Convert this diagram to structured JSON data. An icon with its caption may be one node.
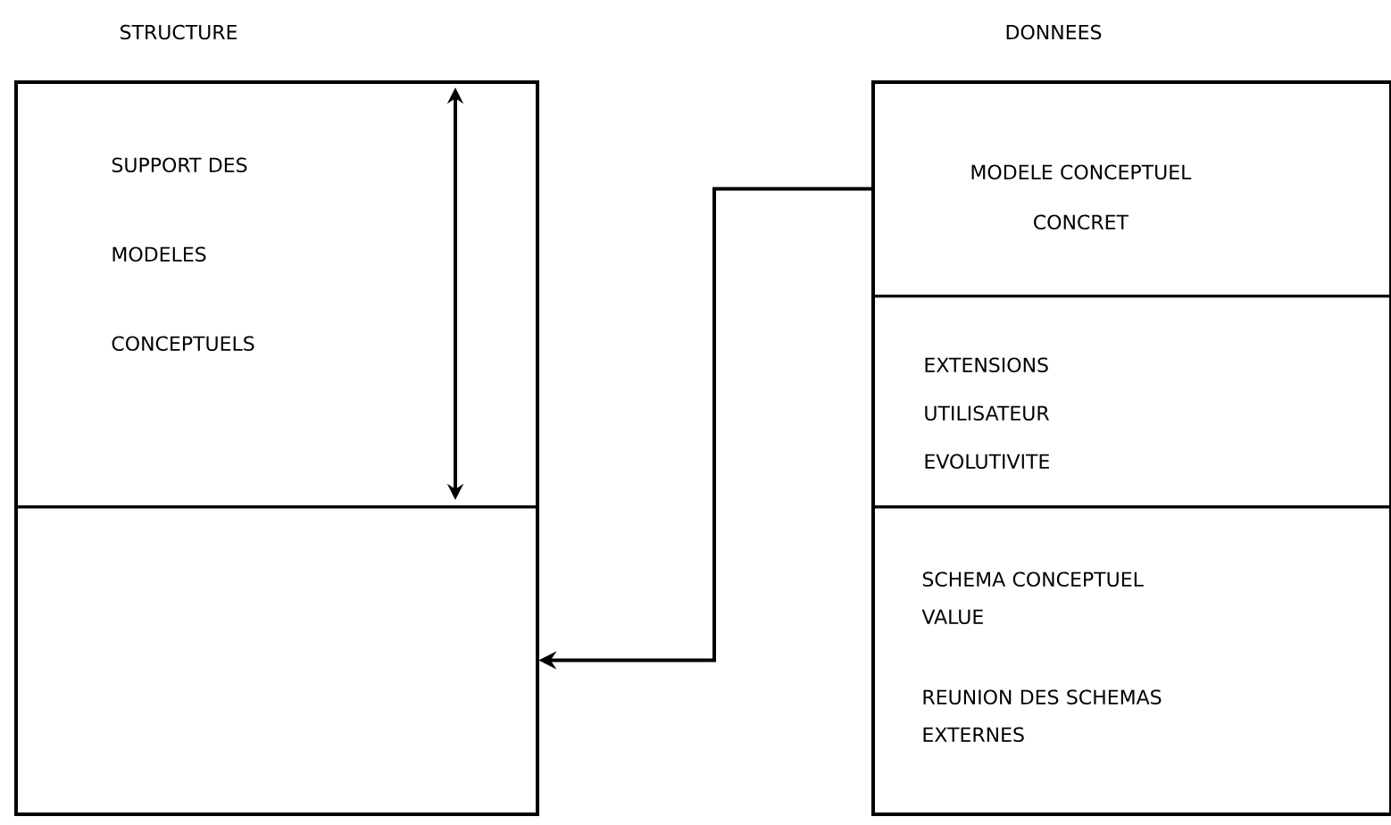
{
  "diagram": {
    "nodes": [
      {
        "text": [
          "STRUCTURE"
        ]
      },
      {
        "text": [
          "SUPPORT DES MODELES CONCEPTUELS"
        ],
        "in": 0
      },
      {
        "text": [],
        "shape": "box",
        "in": 0
      },
      {
        "text": [
          "DONNEES"
        ]
      },
      {
        "text": [
          "MODELE CONCEPTUEL CONCRET"
        ],
        "in": 3
      },
      {
        "text": [
          "EXTENSIONS UTILISATEUR EVOLUTIVITE"
        ],
        "in": 3
      },
      {
        "text": [
          "SCHEMA CONCEPTUEL VALUE",
          "REUNION DES SCHEMAS EXTERNES"
        ],
        "in": 3
      }
    ],
    "edges": [
      {
        "from": 4,
        "to": 2,
        "arrow": "to"
      }
    ]
  }
}
